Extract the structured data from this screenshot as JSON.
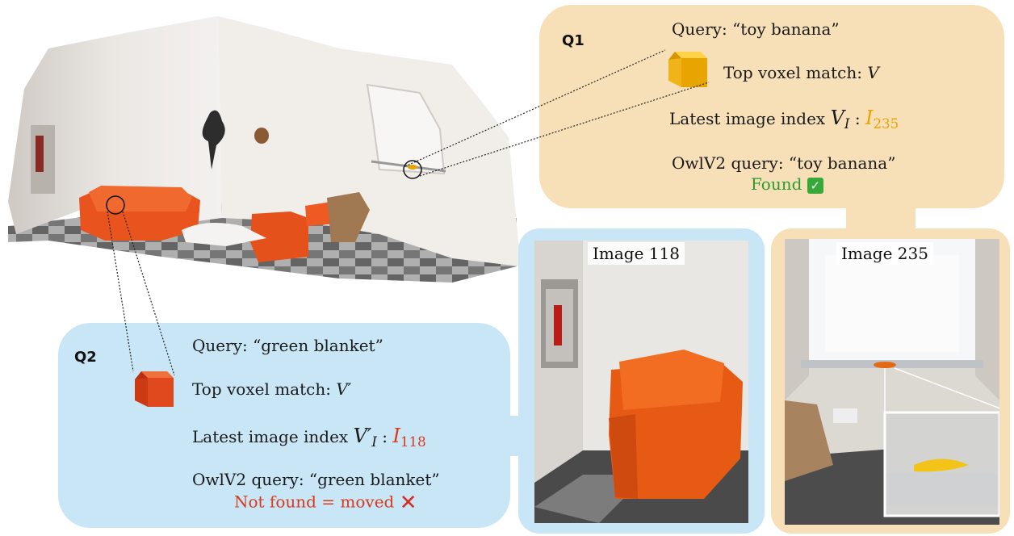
{
  "q1": {
    "label": "Q1",
    "query": "Query: “toy banana”",
    "voxel_text": "Top voxel match: ",
    "voxel_var": "V",
    "index_text": "Latest image index ",
    "index_var": "V",
    "index_sub": "I",
    "image_var": "I",
    "image_sub": "235",
    "owl_query": "OwlV2 query: “toy banana”",
    "result": "Found",
    "result_icon": "check-icon",
    "cube_color": "#e8a400"
  },
  "q2": {
    "label": "Q2",
    "query": "Query: “green blanket”",
    "voxel_text": "Top voxel match: ",
    "voxel_var": "V′",
    "index_text": "Latest image index ",
    "index_var": "V′",
    "index_sub": "I",
    "image_var": "I",
    "image_sub": "118",
    "owl_query": "OwlV2 query: “green blanket”",
    "result": "Not found = moved",
    "result_icon": "cross-icon",
    "cube_color": "#e0481e"
  },
  "images": {
    "left_label": "Image 118",
    "right_label": "Image 235"
  },
  "colors": {
    "q1_panel": "#f7dfb8",
    "q2_panel": "#c9e6f6",
    "found": "#2a9d2a",
    "not_found": "#d93a1c"
  }
}
